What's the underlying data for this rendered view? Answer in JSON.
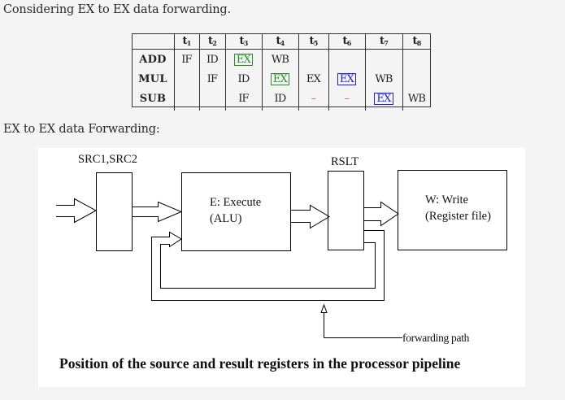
{
  "intro_text": "Considering EX to EX data forwarding.",
  "pipeline_table": {
    "headers": [
      {
        "t": "t",
        "n": "1"
      },
      {
        "t": "t",
        "n": "2"
      },
      {
        "t": "t",
        "n": "3"
      },
      {
        "t": "t",
        "n": "4"
      },
      {
        "t": "t",
        "n": "5"
      },
      {
        "t": "t",
        "n": "6"
      },
      {
        "t": "t",
        "n": "7"
      },
      {
        "t": "t",
        "n": "8"
      }
    ],
    "rows": [
      {
        "label": "ADD",
        "cells": [
          "IF",
          "ID",
          "EX",
          "WB",
          "",
          "",
          "",
          ""
        ]
      },
      {
        "label": "MUL",
        "cells": [
          "",
          "IF",
          "ID",
          "EX",
          "EX",
          "EX",
          "WB",
          ""
        ]
      },
      {
        "label": "SUB",
        "cells": [
          "",
          "",
          "IF",
          "ID",
          "–",
          "–",
          "EX",
          "WB"
        ]
      }
    ],
    "highlights": {
      "green": [
        "ADD-t3",
        "MUL-t4"
      ],
      "blue": [
        "MUL-t6",
        "SUB-t7"
      ],
      "stall": [
        "SUB-t5",
        "SUB-t6"
      ]
    },
    "colors": {
      "green": "#2a8a2a",
      "blue": "#2222cc",
      "stall": "#e05070"
    }
  },
  "subhead_text": "EX to EX data Forwarding:",
  "diagram": {
    "src_label": "SRC1,SRC2",
    "execute_line1": "E: Execute",
    "execute_line2": "(ALU)",
    "rslt_label": "RSLT",
    "write_line1": "W: Write",
    "write_line2": "(Register file)",
    "forwarding_label": "forwarding path",
    "caption": "Position of the source and result registers in the processor pipeline"
  }
}
